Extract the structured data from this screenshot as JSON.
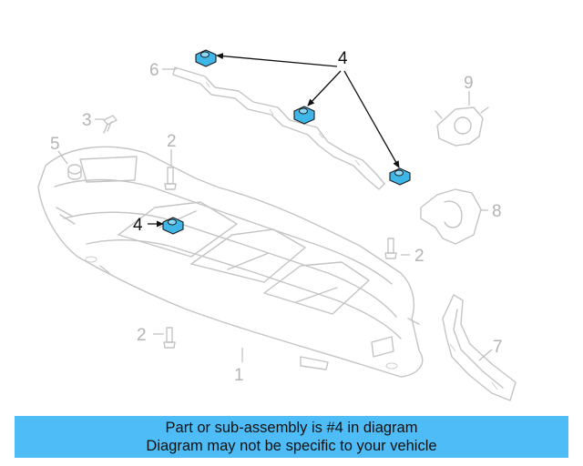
{
  "diagram": {
    "callouts": {
      "c1": "1",
      "c2a": "2",
      "c2b": "2",
      "c2c": "2",
      "c3": "3",
      "c4a": "4",
      "c4b": "4",
      "c5": "5",
      "c6": "6",
      "c7": "7",
      "c8": "8",
      "c9": "9"
    },
    "highlight_color": "#3fb6e8"
  },
  "banner": {
    "line1": "Part or sub-assembly is #4 in diagram",
    "line2": "Diagram may not be specific to your vehicle",
    "background": "#4ebcf7"
  }
}
